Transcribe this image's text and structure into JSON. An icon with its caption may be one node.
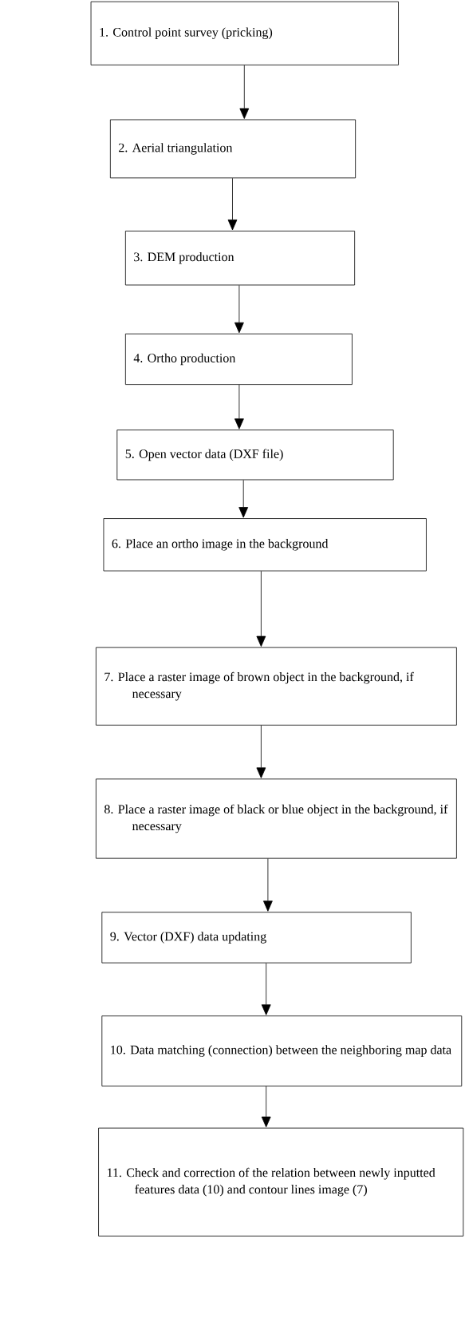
{
  "diagram": {
    "nodes": [
      {
        "text": [
          "1. Control point survey (pricking)"
        ]
      },
      {
        "text": [
          "2. Aerial triangulation"
        ]
      },
      {
        "text": [
          "3. DEM production"
        ]
      },
      {
        "text": [
          "4. Ortho production"
        ]
      },
      {
        "text": [
          "5. Open vector data (DXF file)"
        ]
      },
      {
        "text": [
          "6. Place an ortho image in the background"
        ]
      },
      {
        "text": [
          "7. Place a raster image of brown object in the background, if necessary"
        ]
      },
      {
        "text": [
          "8. Place a raster image of black or blue object in the background, if necessary"
        ]
      },
      {
        "text": [
          "9. Vector (DXF) data updating"
        ]
      },
      {
        "text": [
          "10. Data matching (connection) between the neighboring map data"
        ]
      },
      {
        "text": [
          "11. Check and correction of the relation between newly inputted features data (10) and contour lines image (7)"
        ]
      }
    ],
    "edges": [
      {
        "from": 0,
        "to": 1,
        "arrow": "to"
      },
      {
        "from": 1,
        "to": 2,
        "arrow": "to"
      },
      {
        "from": 2,
        "to": 3,
        "arrow": "to"
      },
      {
        "from": 3,
        "to": 4,
        "arrow": "to"
      },
      {
        "from": 4,
        "to": 5,
        "arrow": "to"
      },
      {
        "from": 5,
        "to": 6,
        "arrow": "to"
      },
      {
        "from": 6,
        "to": 7,
        "arrow": "to"
      },
      {
        "from": 7,
        "to": 8,
        "arrow": "to"
      },
      {
        "from": 8,
        "to": 9,
        "arrow": "to"
      },
      {
        "from": 9,
        "to": 10,
        "arrow": "to"
      }
    ]
  }
}
